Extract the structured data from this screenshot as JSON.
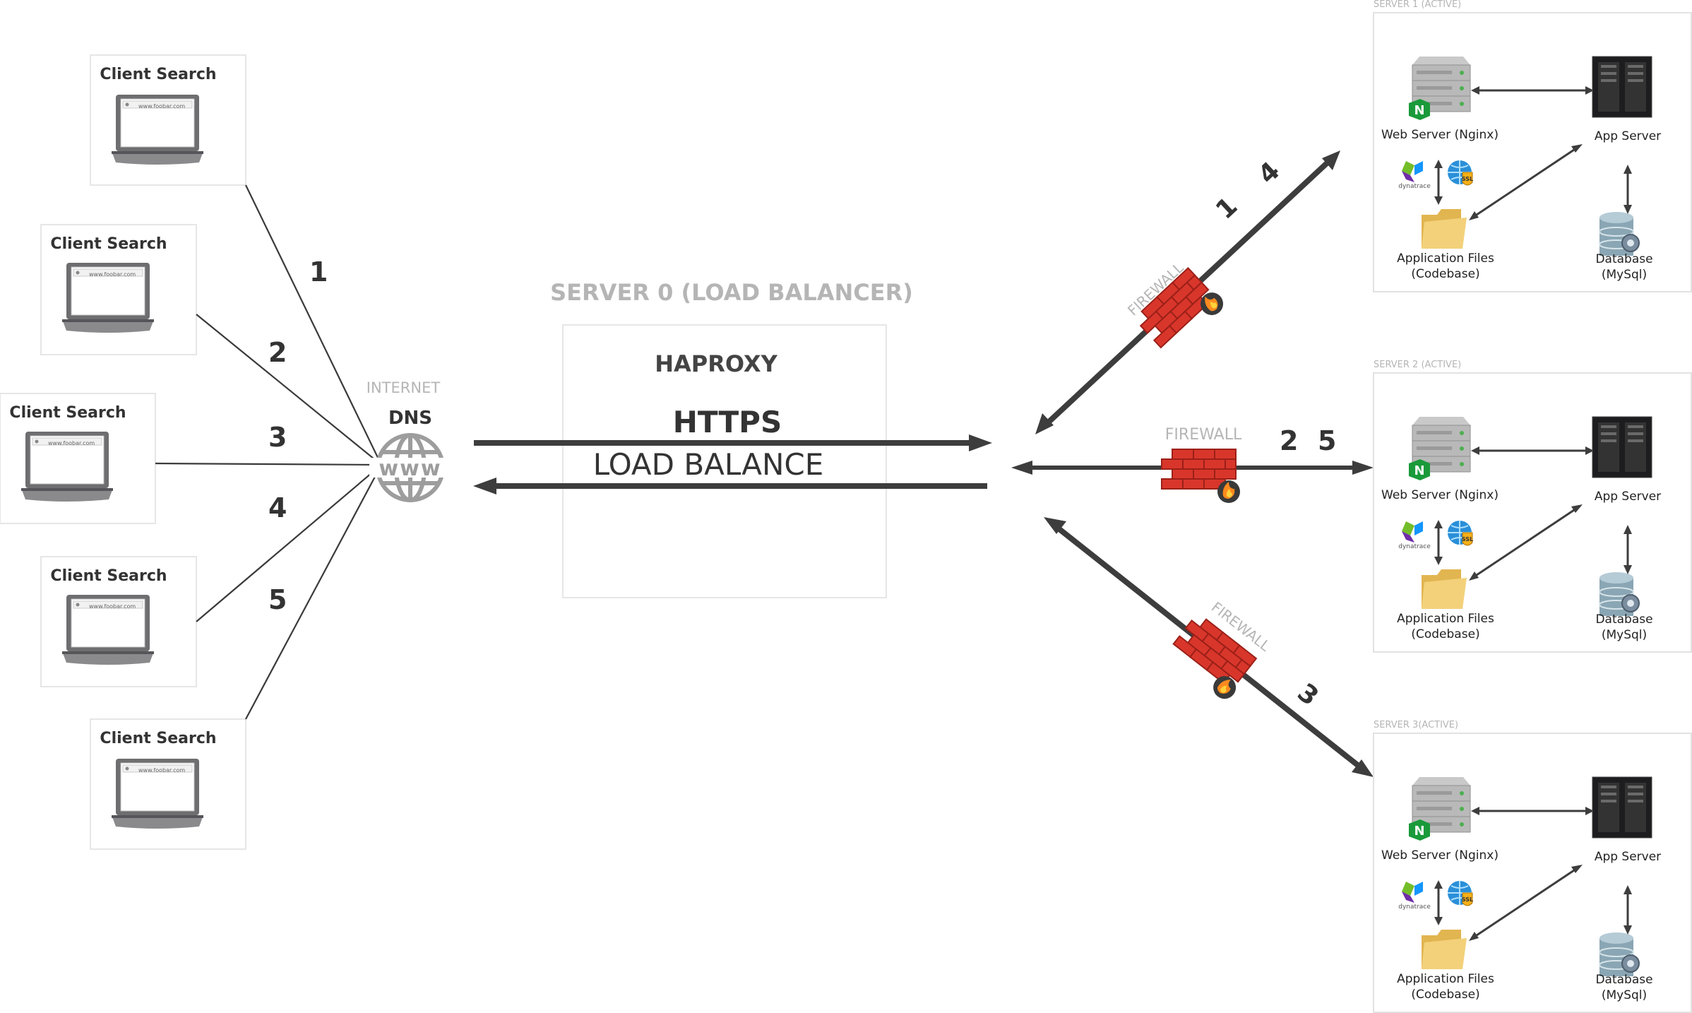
{
  "clients": [
    {
      "label": "Client Search",
      "url": "www.foobar.com"
    },
    {
      "label": "Client Search",
      "url": "www.foobar.com"
    },
    {
      "label": "Client Search",
      "url": "www.foobar.com"
    },
    {
      "label": "Client Search",
      "url": "www.foobar.com"
    },
    {
      "label": "Client Search",
      "url": "www.foobar.com"
    }
  ],
  "client_numbers": [
    "1",
    "2",
    "3",
    "4",
    "5"
  ],
  "dns": {
    "internet_label": "INTERNET",
    "label": "DNS",
    "icon": "www-globe-icon"
  },
  "load_balancer": {
    "title": "SERVER 0 (LOAD BALANCER)",
    "software": "HAPROXY",
    "https_label": "HTTPS",
    "lb_label": "LOAD BALANCE"
  },
  "firewall_label": "FIREWALL",
  "route_numbers": {
    "top": [
      "1",
      "4"
    ],
    "middle": [
      "2",
      "5"
    ],
    "bottom": [
      "3"
    ]
  },
  "servers": [
    {
      "title": "SERVER 1 (ACTIVE)"
    },
    {
      "title": "SERVER 2 (ACTIVE)"
    },
    {
      "title": "SERVER 3(ACTIVE)"
    }
  ],
  "server_labels": {
    "web": "Web Server (Nginx)",
    "app": "App Server",
    "files_1": "Application Files",
    "files_2": "(Codebase)",
    "db_1": "Database",
    "db_2": "(MySql)",
    "monitor": "dynatrace"
  },
  "colors": {
    "arrow": "#3d3d3d",
    "faded": "#b5b5b5",
    "firewall": "#d9362b",
    "nginx": "#1a9a3a"
  }
}
